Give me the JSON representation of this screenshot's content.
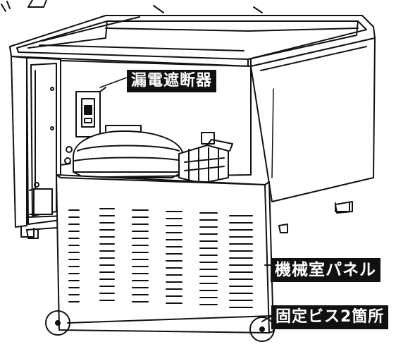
{
  "labels": {
    "breaker": "漏電遮断器",
    "panel": "機械室パネル",
    "screws": "固定ビス2箇所"
  },
  "colors": {
    "line": "#111111",
    "label_bg": "#111111",
    "label_text": "#ffffff",
    "background": "#ffffff"
  }
}
